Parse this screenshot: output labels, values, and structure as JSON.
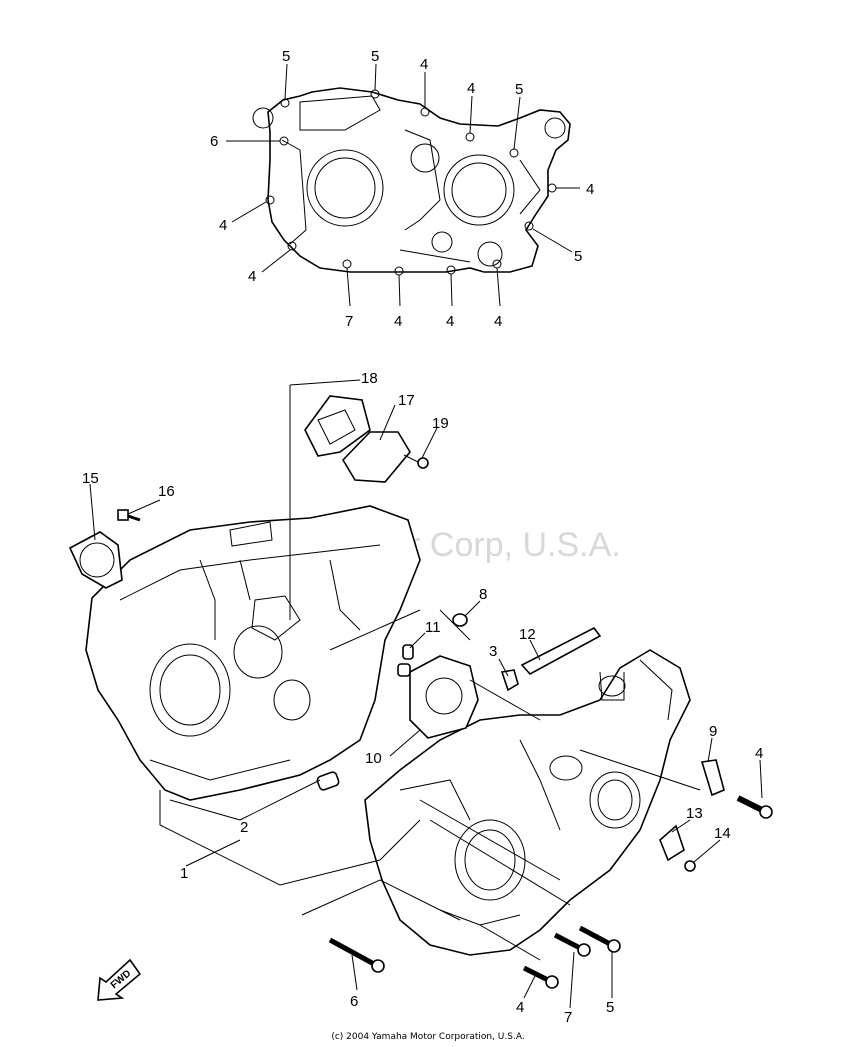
{
  "watermark": "Yamaha Motor Corp, U.S.A.",
  "footer": "(c) 2004 Yamaha Motor Corporation, U.S.A.",
  "fwd_label": "FWD",
  "top_view_callouts": [
    "5",
    "5",
    "4",
    "4",
    "5",
    "6",
    "4",
    "4",
    "4",
    "5",
    "7",
    "4",
    "4",
    "4"
  ],
  "exploded_callouts": [
    "18",
    "17",
    "19",
    "15",
    "16",
    "8",
    "11",
    "3",
    "12",
    "10",
    "9",
    "4",
    "13",
    "14",
    "2",
    "1",
    "6",
    "4",
    "7",
    "5"
  ]
}
